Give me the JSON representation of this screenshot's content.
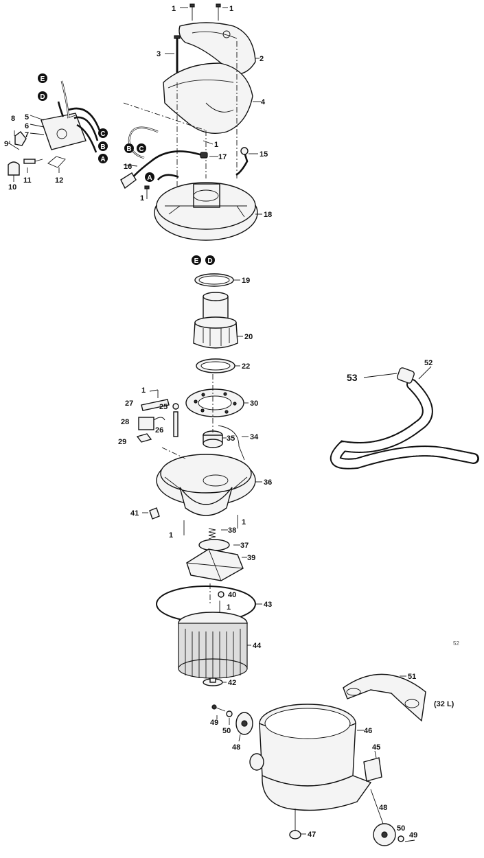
{
  "callouts": {
    "c1": "1",
    "c2": "2",
    "c3": "3",
    "c4": "4",
    "c5": "5",
    "c6": "6",
    "c7": "7",
    "c8": "8",
    "c9": "9",
    "c10": "10",
    "c11": "11",
    "c12": "12",
    "c15": "15",
    "c16": "16",
    "c17": "17",
    "c18": "18",
    "c19": "19",
    "c20": "20",
    "c22": "22",
    "c25": "25",
    "c26": "26",
    "c27": "27",
    "c28": "28",
    "c29": "29",
    "c30": "30",
    "c34": "34",
    "c35": "35",
    "c36": "36",
    "c37": "37",
    "c38": "38",
    "c39": "39",
    "c40": "40",
    "c41": "41",
    "c42": "42",
    "c43": "43",
    "c44": "44",
    "c45": "45",
    "c46": "46",
    "c47": "47",
    "c48": "48",
    "c49": "49",
    "c50": "50",
    "c51": "51",
    "c52": "52",
    "c53": "53"
  },
  "connectors": {
    "a": "A",
    "b": "B",
    "c": "C",
    "d": "D",
    "e": "E"
  },
  "capacity_note": "(32 L)",
  "page_marks": {
    "mark_52": "52"
  },
  "colors": {
    "ink": "#111111",
    "paper": "#ffffff"
  }
}
